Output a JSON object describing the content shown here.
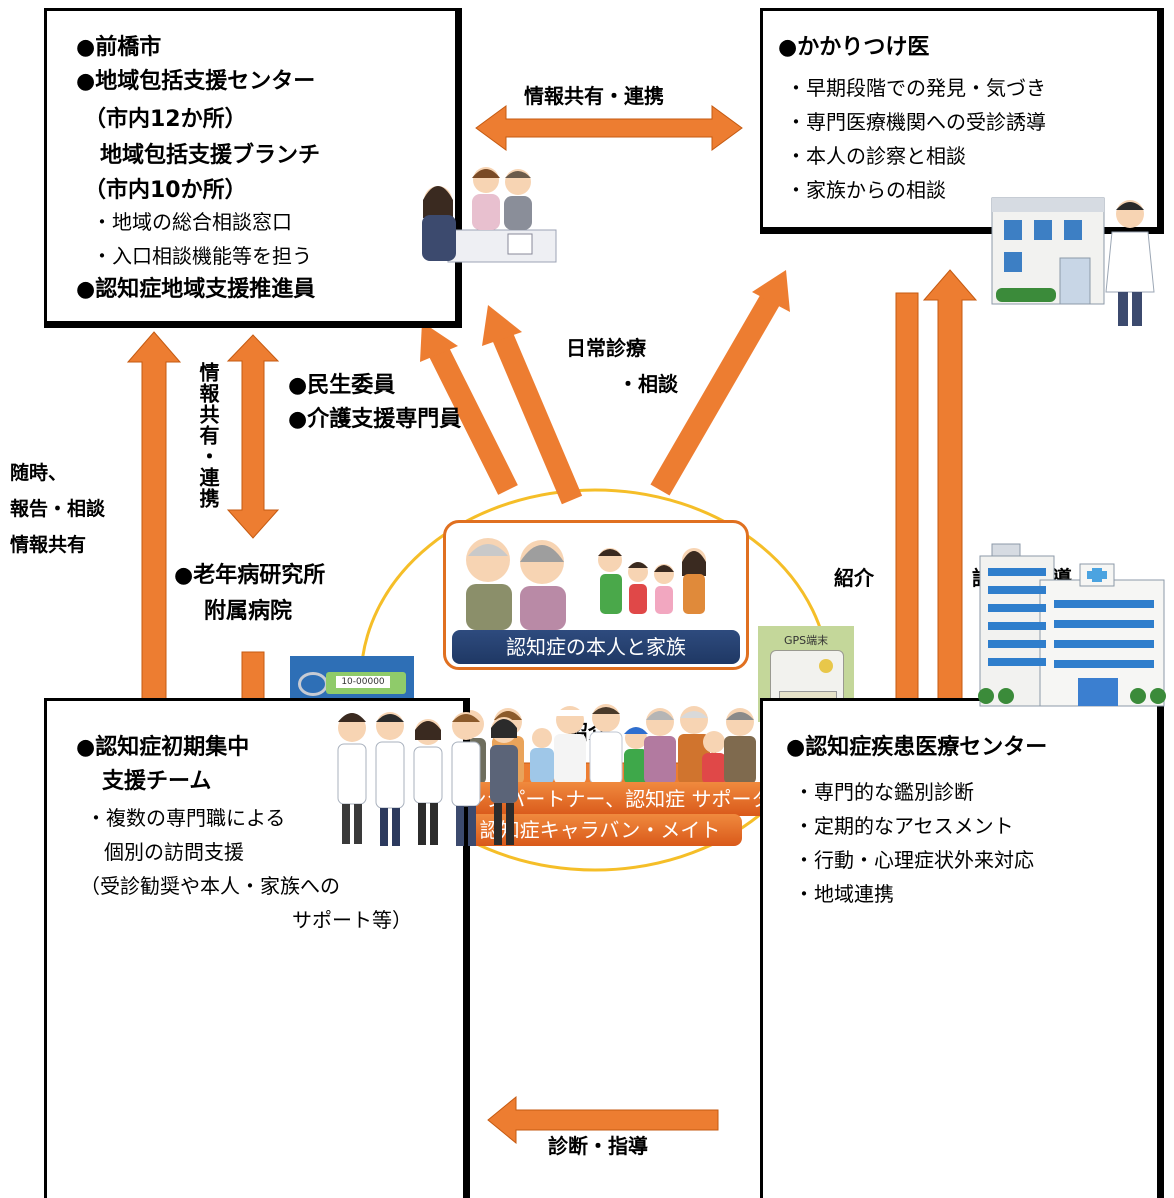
{
  "top_left_box": {
    "line1": "●前橋市",
    "line2": "●地域包括支援センター",
    "line3": "（市内12か所）",
    "line4": "地域包括支援ブランチ",
    "line5": "（市内10か所）",
    "item1": "・地域の総合相談窓口",
    "item2": "・入口相談機能等を担う",
    "line6": "●認知症地域支援推進員"
  },
  "top_right_box": {
    "title": "●かかりつけ医",
    "items": [
      "・早期段階での発見・気づき",
      "・専門医療機関への受診誘導",
      "・本人の診察と相談",
      "・家族からの相談"
    ]
  },
  "bottom_left_box": {
    "line1": "●認知症初期集中",
    "line2": "支援チーム",
    "line3": "・複数の専門職による",
    "line4": "個別の訪問支援",
    "line5": "（受診勧奨や本人・家族への",
    "line6": "サポート等）"
  },
  "bottom_right_box": {
    "title": "●認知症疾患医療センター",
    "items": [
      "・専門的な鑑別診断",
      "・定期的なアセスメント",
      "・行動・心理症状外来対応",
      "・地域連携"
    ]
  },
  "labels": {
    "top_link": "情報共有・連携",
    "left_vertical": "情報共有・連携",
    "left_side_1": "随時、",
    "left_side_2": "報告・相談",
    "left_side_3": "情報共有",
    "minsei_1": "●民生委員",
    "minsei_2": "●介護支援専門員",
    "daily_1": "日常診療",
    "daily_2": "・相談",
    "hospital_1": "●老年病研究所",
    "hospital_2": "附属病院",
    "shokai_right": "紹介",
    "shindan_right": "診断・指導",
    "shokai_bottom": "紹介",
    "shindan_bottom": "診断・指導"
  },
  "center": {
    "family_banner": "認知症の本人と家族",
    "orange_banner_1": "オレンジパートナー、認知症 サポーター",
    "orange_banner_2": "認知症キャラバン・メイト",
    "gps_label": "GPS端末",
    "tag_code": "10-00000"
  },
  "colors": {
    "arrow": "#ED7D31",
    "arrow_edge": "#C55A11",
    "ellipse": "#F5BE28",
    "family_border": "#E07020",
    "navy": "#1F3864",
    "banner_orange": "#E5661C"
  }
}
